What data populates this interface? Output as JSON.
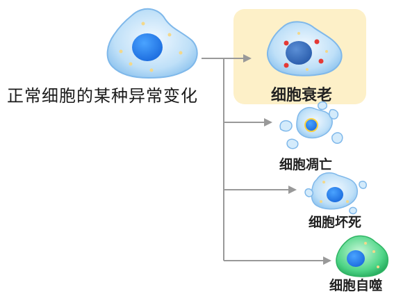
{
  "main_label": "正常细胞的某种异常变化",
  "outcomes": {
    "senescence": "细胞衰老",
    "apoptosis": "细胞凋亡",
    "necrosis": "细胞坏死",
    "autophagy": "细胞自噬"
  },
  "colors": {
    "highlight_bg": "#fdf0c8",
    "connector": "#999999",
    "cell_body": "#bfe0f8",
    "nucleus": "#1e6fe0",
    "granule": "#f3d88a",
    "senescence_marker": "#e53935",
    "autophagy_cell": "#3fd17a"
  }
}
